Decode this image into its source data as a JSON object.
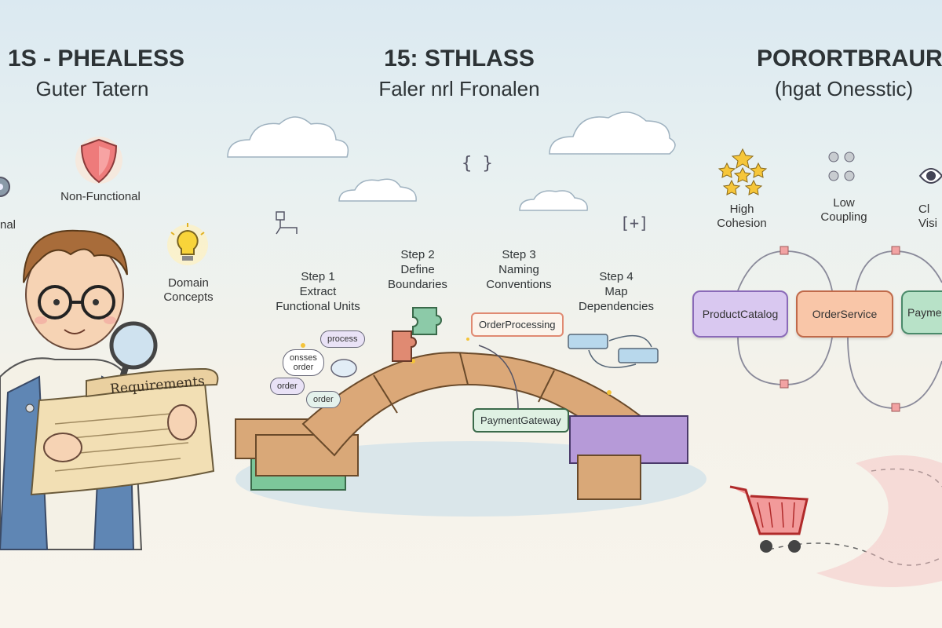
{
  "left": {
    "title": "1S - PHEALESS",
    "subtitle": "Guter Tatern",
    "labels": {
      "functional": "nal",
      "non_functional": "Non-Functional",
      "domain": "Domain\nConcepts",
      "requirements": "Requirements"
    }
  },
  "middle": {
    "title": "15: STHLASS",
    "subtitle": "Faler nrl Fronalen",
    "braces": "{ }",
    "bracket": "[+]",
    "steps": [
      {
        "num": "Step 1",
        "line1": "Extract",
        "line2": "Functional Units"
      },
      {
        "num": "Step 2",
        "line1": "Define",
        "line2": "Boundaries"
      },
      {
        "num": "Step 3",
        "line1": "Naming",
        "line2": "Conventions"
      },
      {
        "num": "Step 4",
        "line1": "Map",
        "line2": "Dependencies"
      }
    ],
    "bubbles": [
      "process",
      "onsses\norder",
      "order",
      "order"
    ],
    "tags": [
      "OrderProcessing",
      "PaymentGateway"
    ]
  },
  "right": {
    "title": "PORORTBRAUR",
    "subtitle": "(hgat Onesstic)",
    "principles": [
      {
        "line1": "High",
        "line2": "Cohesion"
      },
      {
        "line1": "Low",
        "line2": "Coupling"
      },
      {
        "line1": "Cl",
        "line2": "Visi"
      }
    ],
    "nodes": [
      "ProductCatalog",
      "OrderService",
      "Paymen"
    ]
  },
  "colors": {
    "purple": "#c9b6e6",
    "orange": "#f8b894",
    "green": "#a8dcc0",
    "wood": "#d9a878",
    "cart": "#d93a3a"
  }
}
